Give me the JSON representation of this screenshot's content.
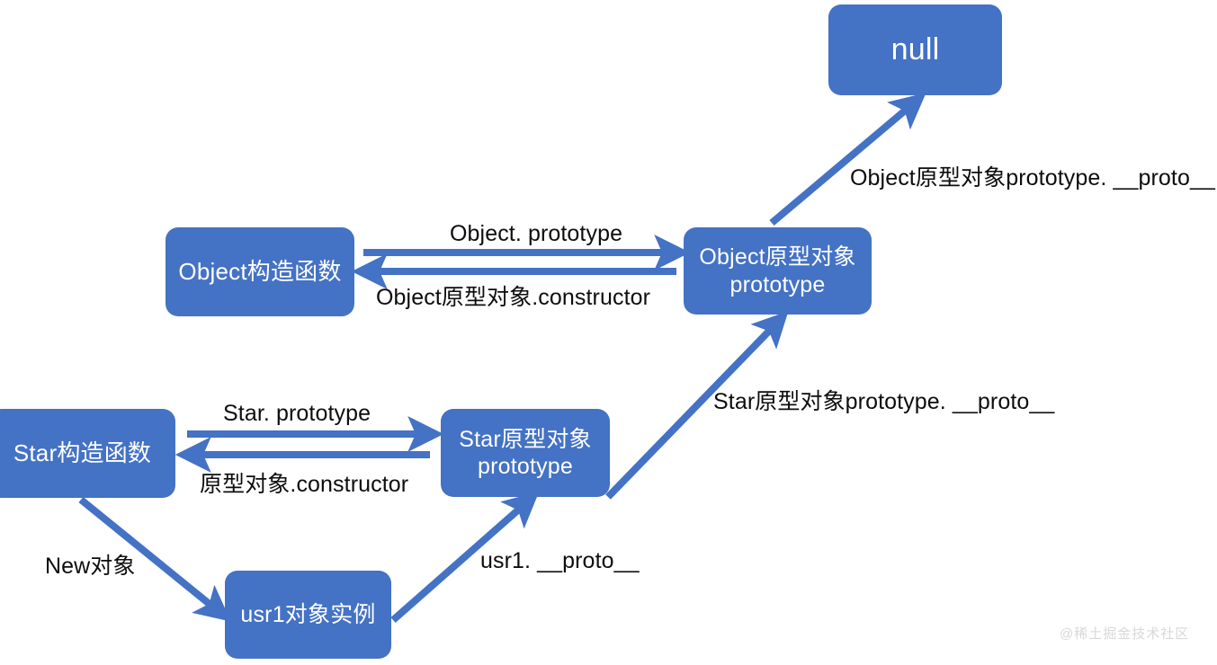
{
  "diagram": {
    "title": "JavaScript prototype chain diagram",
    "colors": {
      "node_fill": "#4472C4",
      "node_text": "#ffffff",
      "arrow": "#4472C4",
      "label_text": "#0d0d0d",
      "background": "#ffffff",
      "watermark": "#d8d8d8"
    },
    "nodes": [
      {
        "id": "null",
        "label": "null"
      },
      {
        "id": "object-ctor",
        "label": "Object构造函数"
      },
      {
        "id": "object-prototype",
        "label": "Object原型对象\nprototype"
      },
      {
        "id": "star-ctor",
        "label": "Star构造函数"
      },
      {
        "id": "star-prototype",
        "label": "Star原型对象\nprototype"
      },
      {
        "id": "usr1-instance",
        "label": "usr1对象实例"
      }
    ],
    "edges": [
      {
        "id": "object-proto-to-null",
        "label": "Object原型对象prototype. __proto__",
        "from": "object-prototype",
        "to": "null"
      },
      {
        "id": "object-ctor-to-proto",
        "label": "Object. prototype",
        "from": "object-ctor",
        "to": "object-prototype"
      },
      {
        "id": "object-proto-to-ctor",
        "label": "Object原型对象.constructor",
        "from": "object-prototype",
        "to": "object-ctor"
      },
      {
        "id": "star-proto-to-object-proto",
        "label": "Star原型对象prototype. __proto__",
        "from": "star-prototype",
        "to": "object-prototype"
      },
      {
        "id": "star-ctor-to-proto",
        "label": "Star. prototype",
        "from": "star-ctor",
        "to": "star-prototype"
      },
      {
        "id": "star-proto-to-ctor",
        "label": "原型对象.constructor",
        "from": "star-prototype",
        "to": "star-ctor"
      },
      {
        "id": "star-ctor-to-usr1",
        "label": "New对象",
        "from": "star-ctor",
        "to": "usr1-instance"
      },
      {
        "id": "usr1-to-star-proto",
        "label": "usr1. __proto__",
        "from": "usr1-instance",
        "to": "star-prototype"
      }
    ],
    "watermark": "@稀土掘金技术社区"
  }
}
